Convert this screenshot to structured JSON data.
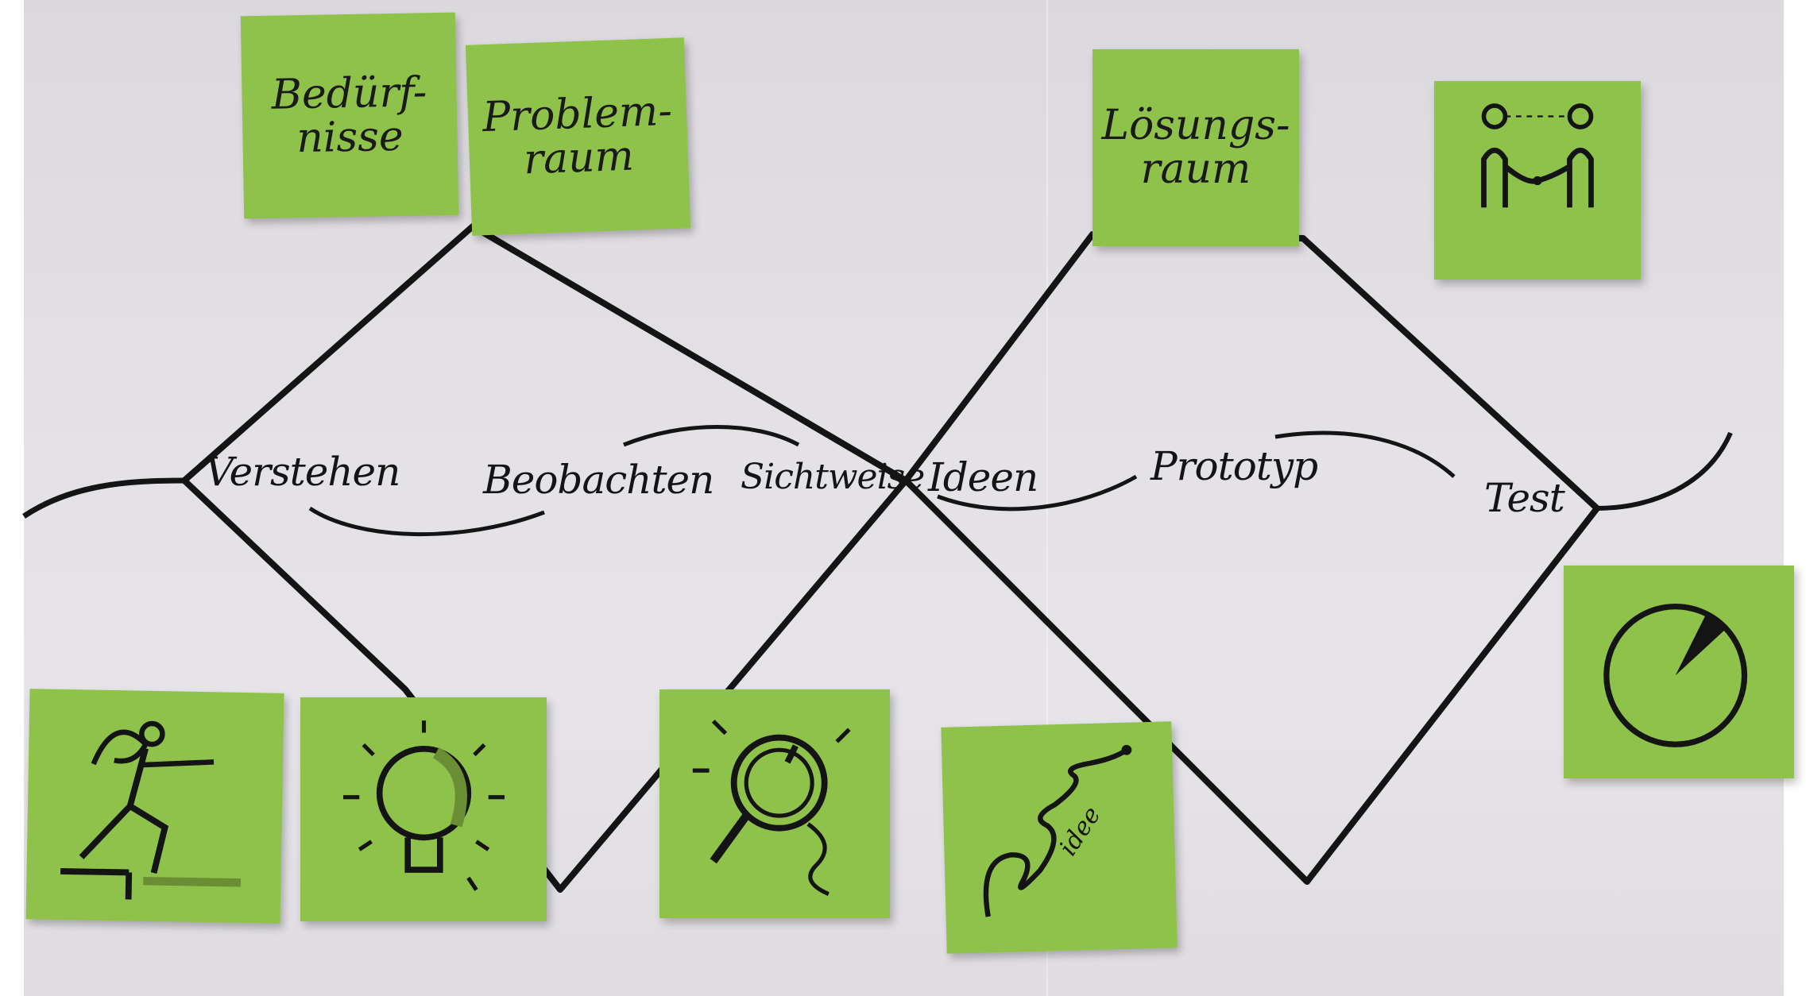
{
  "notes_top": {
    "beduerfnisse": "Bedürf-\nnisse",
    "problemraum": "Problem-\nraum",
    "loesungsraum": "Lösungs-\nraum"
  },
  "phases": {
    "verstehen": "Verstehen",
    "beobachten": "Beobachten",
    "sichtweise": "Sichtweise",
    "ideen": "Ideen",
    "prototyp": "Prototyp",
    "test": "Test"
  },
  "icons": {
    "top_right": "handshake-icon",
    "step1": "running-person-icon",
    "step2": "light-bulb-icon",
    "step3": "magnifier-icon",
    "step4": "idea-spiral-icon",
    "step5": "pie-chart-icon"
  },
  "colors": {
    "sticky_note": "#8fc24a",
    "ink": "#141414",
    "paper": "#e2e0e4"
  }
}
